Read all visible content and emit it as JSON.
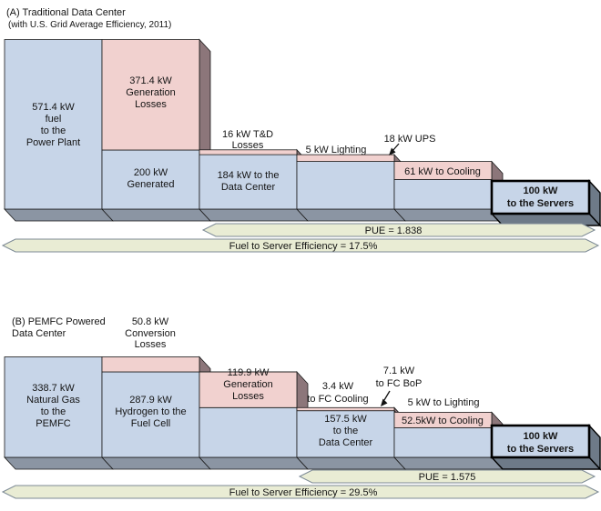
{
  "colors": {
    "box_blue": "#c7d5e8",
    "box_pink": "#f1d1cf",
    "loss_side_mauve": "#8c767a",
    "base_slate": "#8b95a3",
    "servers_box_side": "#6e7a88",
    "arrow_bar_fill": "#e9ecd4",
    "outline": "#1a1a1a"
  },
  "diagram_a": {
    "title": {
      "line1": "(A) Traditional Data Center",
      "line2": "(with U.S. Grid Average Efficiency, 2011)"
    },
    "fuel_box": [
      "571.4 kW",
      "fuel",
      "to the",
      "Power Plant"
    ],
    "generation_losses_box": [
      "371.4 kW",
      "Generation",
      "Losses"
    ],
    "generated_box": [
      "200 kW",
      "Generated"
    ],
    "td_losses_label": [
      "16 kW T&D",
      "Losses"
    ],
    "datacenter_box": [
      "184 kW to the",
      "Data Center"
    ],
    "lighting_label": "5 kW Lighting",
    "ups_label": "18 kW UPS",
    "cooling_box_label": "61 kW to Cooling",
    "servers_box": [
      "100 kW",
      "to the Servers"
    ],
    "pue_label": "PUE = 1.838",
    "efficiency_label": "Fuel to Server Efficiency = 17.5%"
  },
  "diagram_b": {
    "title": {
      "line1": "(B) PEMFC Powered",
      "line2": "Data Center"
    },
    "conversion_losses_label": [
      "50.8 kW",
      "Conversion",
      "Losses"
    ],
    "fuel_box": [
      "338.7 kW",
      "Natural Gas",
      "to the",
      "PEMFC"
    ],
    "hydrogen_box": [
      "287.9 kW",
      "Hydrogen to the",
      "Fuel Cell"
    ],
    "generation_losses_box": [
      "119.9 kW",
      "Generation",
      "Losses"
    ],
    "fc_cooling_label": [
      "3.4 kW",
      "to FC Cooling"
    ],
    "fc_bop_label": [
      "7.1 kW",
      "to FC BoP"
    ],
    "lighting_label": "5 kW to Lighting",
    "datacenter_box": [
      "157.5 kW",
      "to the",
      "Data Center"
    ],
    "cooling_box_label": "52.5kW to Cooling",
    "servers_box": [
      "100 kW",
      "to the Servers"
    ],
    "pue_label": "PUE = 1.575",
    "efficiency_label": "Fuel to Server Efficiency = 29.5%"
  }
}
